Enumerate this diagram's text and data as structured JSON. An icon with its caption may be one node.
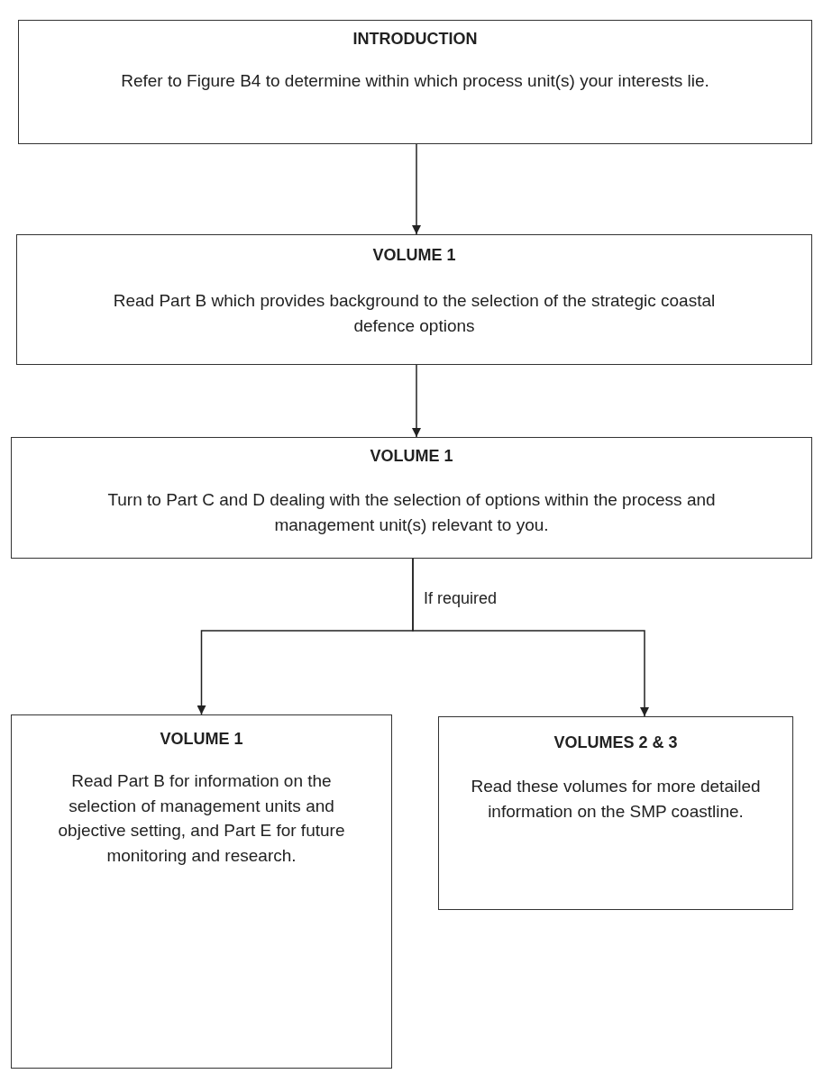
{
  "diagram": {
    "nodes": [
      {
        "text": [
          "INTRODUCTION",
          "Refer to Figure B4 to determine within which process unit(s) your interests lie."
        ]
      },
      {
        "text": [
          "VOLUME 1",
          "Read Part B which provides background to the selection of the strategic coastal defence options"
        ]
      },
      {
        "text": [
          "VOLUME 1",
          "Turn to Part C and D dealing with the selection of options within the process and management unit(s) relevant to you."
        ]
      },
      {
        "text": [
          "VOLUME 1",
          "Read Part B for information on the selection of management units and objective setting, and Part E for future monitoring and research."
        ]
      },
      {
        "text": [
          "VOLUMES 2 & 3",
          "Read these volumes for more detailed information on the SMP coastline."
        ]
      }
    ],
    "edges": [
      {
        "from": 0,
        "to": 1,
        "arrow": "to"
      },
      {
        "from": 1,
        "to": 2,
        "arrow": "to"
      },
      {
        "from": 2,
        "to": 3,
        "arrow": "to",
        "label": "If required"
      },
      {
        "from": 2,
        "to": 4,
        "arrow": "to"
      }
    ]
  }
}
